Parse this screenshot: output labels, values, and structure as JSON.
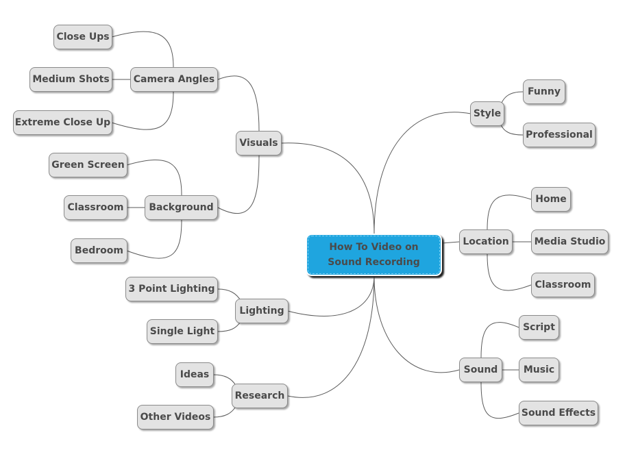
{
  "central": {
    "label": "How To Video on Sound Recording",
    "color": "#1fa5df"
  },
  "branches": [
    {
      "id": "visuals",
      "label": "Visuals",
      "side": "left",
      "children": [
        {
          "id": "camera",
          "label": "Camera Angles",
          "children": [
            {
              "label": "Close Ups"
            },
            {
              "label": "Medium Shots"
            },
            {
              "label": "Extreme Close Up"
            }
          ]
        },
        {
          "id": "background",
          "label": "Background",
          "children": [
            {
              "label": "Green Screen"
            },
            {
              "label": "Classroom"
            },
            {
              "label": "Bedroom"
            }
          ]
        }
      ]
    },
    {
      "id": "lighting",
      "label": "Lighting",
      "side": "left",
      "children": [
        {
          "label": "3 Point Lighting"
        },
        {
          "label": "Single Light"
        }
      ]
    },
    {
      "id": "research",
      "label": "Research",
      "side": "left",
      "children": [
        {
          "label": "Ideas"
        },
        {
          "label": "Other Videos"
        }
      ]
    },
    {
      "id": "style",
      "label": "Style",
      "side": "right",
      "children": [
        {
          "label": "Funny"
        },
        {
          "label": "Professional"
        }
      ]
    },
    {
      "id": "location",
      "label": "Location",
      "side": "right",
      "children": [
        {
          "label": "Home"
        },
        {
          "label": "Media Studio"
        },
        {
          "label": "Classroom"
        }
      ]
    },
    {
      "id": "sound",
      "label": "Sound",
      "side": "right",
      "children": [
        {
          "label": "Script"
        },
        {
          "label": "Music"
        },
        {
          "label": "Sound Effects"
        }
      ]
    }
  ]
}
